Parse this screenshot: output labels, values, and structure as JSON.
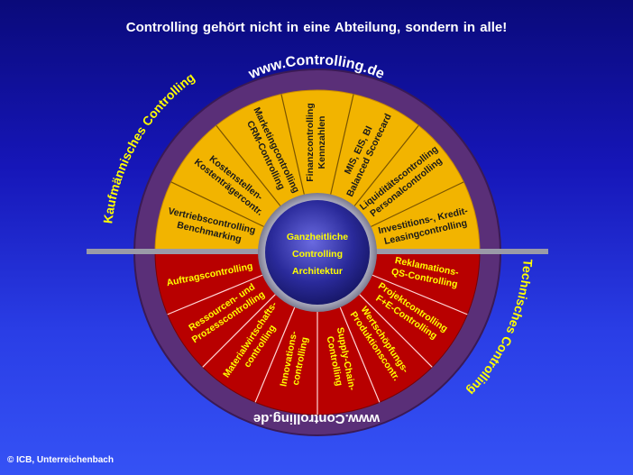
{
  "title": "Controlling  gehört nicht in eine Abteilung, sondern in alle!",
  "copyright": "© ICB, Unterreichenbach",
  "ring": {
    "top_url": "www.Controlling.de",
    "bottom_url": "www.Controlling.de",
    "left_label": "Kaufmännisches Controlling",
    "right_label": "Technisches Controlling"
  },
  "center": {
    "line1": "Ganzheitliche",
    "line2": "Controlling",
    "line3": "Architektur"
  },
  "upper_segments": [
    {
      "line1": "Vertriebscontrolling",
      "line2": "Benchmarking"
    },
    {
      "line1": "Kostenstellen-",
      "line2": "Kostenträgercontr."
    },
    {
      "line1": "Marketingcontrolling",
      "line2": "CRM-Controlling"
    },
    {
      "line1": "Finanzcontrolling",
      "line2": "Kennzahlen"
    },
    {
      "line1": "MIS, EIS, BI",
      "line2": "Balanced Scorecard"
    },
    {
      "line1": "Liquiditätscontrolling",
      "line2": "Personalcontrolling"
    },
    {
      "line1": "Investitions-, Kredit-",
      "line2": "Leasingcontrolling"
    }
  ],
  "lower_segments": [
    {
      "line1": "Auftragscontrolling",
      "line2": ""
    },
    {
      "line1": "Ressourcen- und",
      "line2": "Prozesscontrolling"
    },
    {
      "line1": "Materialwirtschafts-",
      "line2": "controlling"
    },
    {
      "line1": "Innovations-",
      "line2": "controlling"
    },
    {
      "line1": "Supply-Chain-",
      "line2": "Controlling"
    },
    {
      "line1": "Wertschöpfungs-",
      "line2": "Produktionscontr."
    },
    {
      "line1": "Projektcontrolling",
      "line2": "F+E-Controlling"
    },
    {
      "line1": "Reklamations-",
      "line2": "QS-Controlling"
    }
  ],
  "colors": {
    "upper": "#f2b400",
    "lower": "#b80000",
    "ring": "#5a2f78",
    "divider": "#9a9aa8",
    "center": "#2a2a8a",
    "ring_text": "#ffffff",
    "side_text": "#ffff00"
  }
}
